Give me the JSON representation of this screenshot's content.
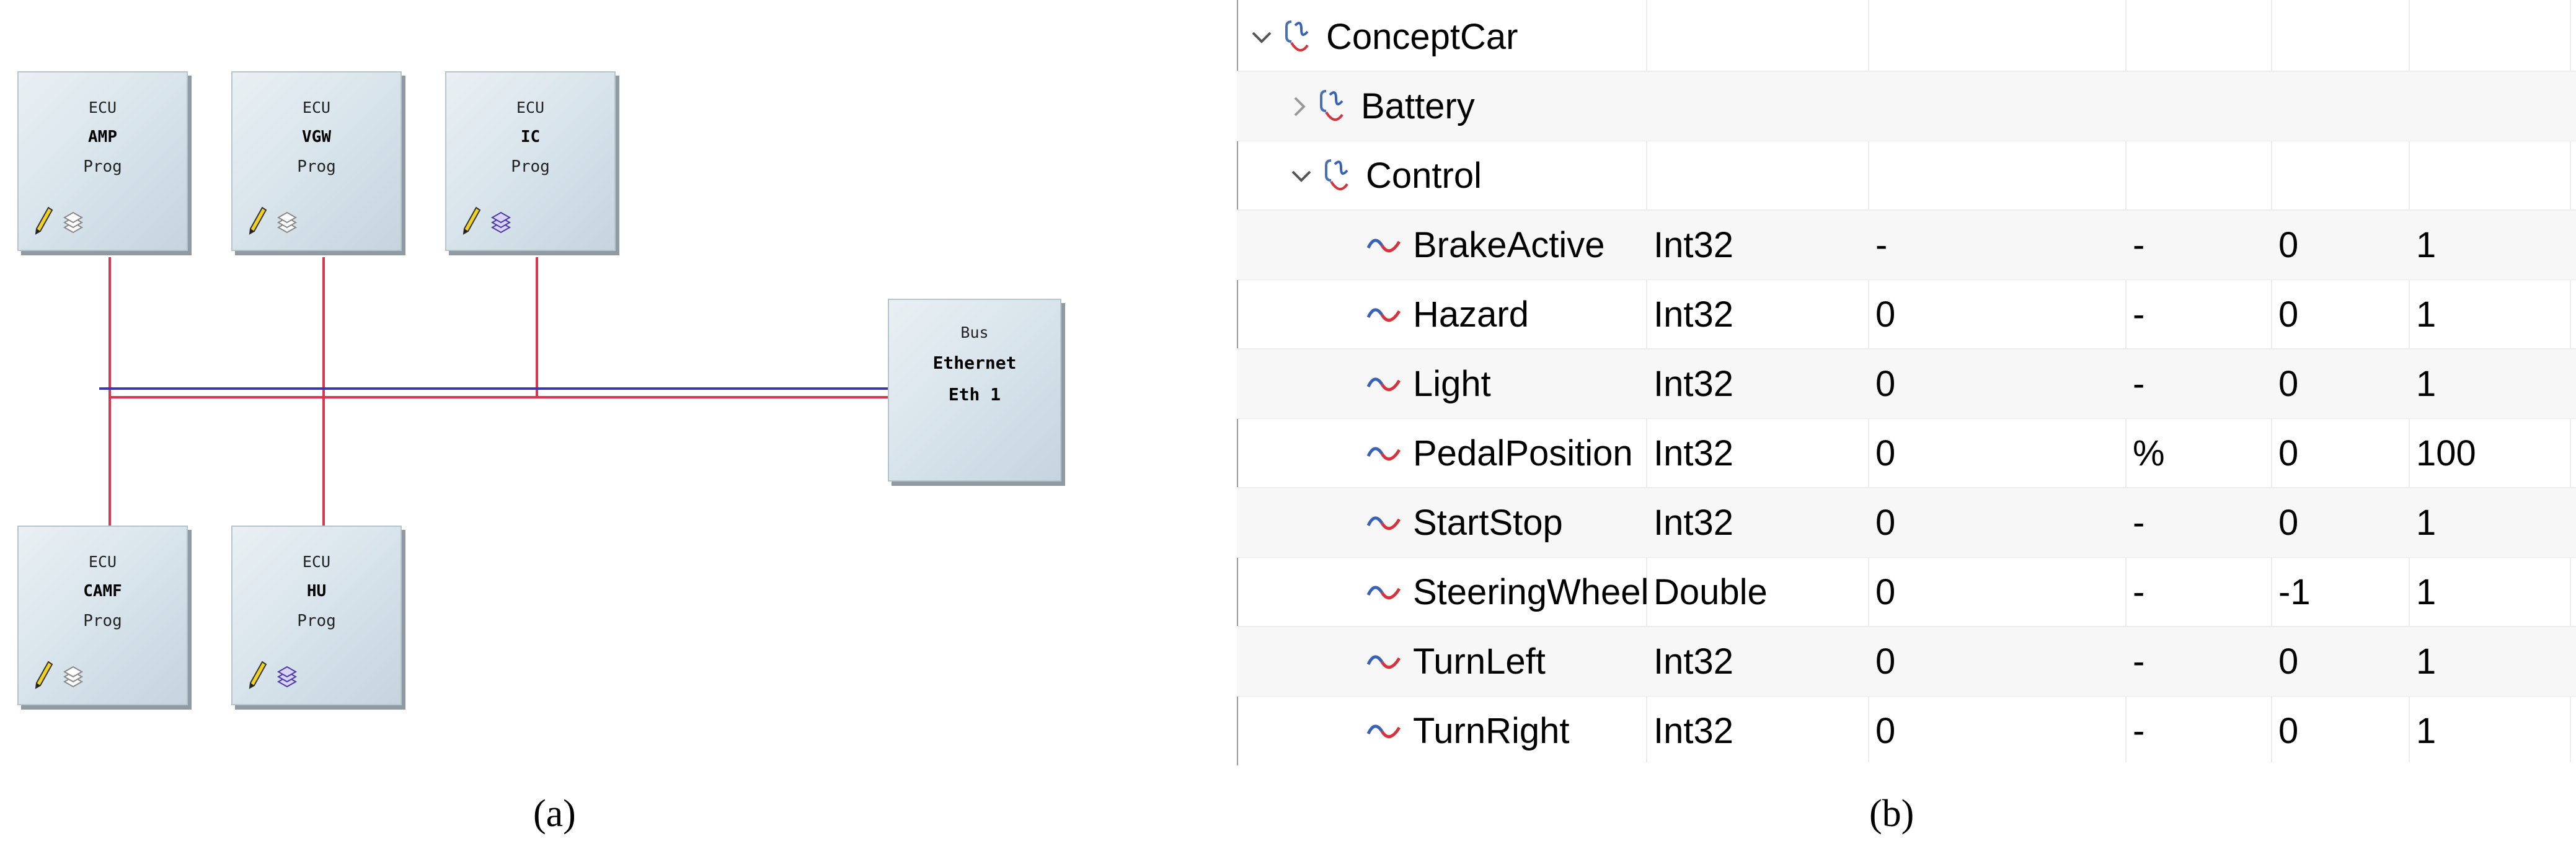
{
  "diagram": {
    "nodes": [
      {
        "id": "amp",
        "type": "ECU",
        "name": "AMP",
        "prog": "Prog",
        "icon2": "stack-gray"
      },
      {
        "id": "vgw",
        "type": "ECU",
        "name": "VGW",
        "prog": "Prog",
        "icon2": "stack-gray"
      },
      {
        "id": "ic",
        "type": "ECU",
        "name": "IC",
        "prog": "Prog",
        "icon2": "stack-purple"
      },
      {
        "id": "camf",
        "type": "ECU",
        "name": "CAMF",
        "prog": "Prog",
        "icon2": "stack-gray"
      },
      {
        "id": "hu",
        "type": "ECU",
        "name": "HU",
        "prog": "Prog",
        "icon2": "stack-purple"
      }
    ],
    "bus": {
      "type": "Bus",
      "protocol": "Ethernet",
      "name": "Eth 1"
    },
    "colors": {
      "wire_red": "#d9364f",
      "wire_blue": "#3b3ba8"
    }
  },
  "captions": {
    "a": "(a)",
    "b": "(b)"
  },
  "tree": {
    "root": {
      "label": "ConceptCar",
      "expanded": true
    },
    "groups": [
      {
        "label": "Battery",
        "expanded": false
      },
      {
        "label": "Control",
        "expanded": true
      }
    ],
    "signals": [
      {
        "name": "BrakeActive",
        "type": "Int32",
        "init": "-",
        "unit": "-",
        "min": "0",
        "max": "1"
      },
      {
        "name": "Hazard",
        "type": "Int32",
        "init": "0",
        "unit": "-",
        "min": "0",
        "max": "1"
      },
      {
        "name": "Light",
        "type": "Int32",
        "init": "0",
        "unit": "-",
        "min": "0",
        "max": "1"
      },
      {
        "name": "PedalPosition",
        "type": "Int32",
        "init": "0",
        "unit": "%",
        "min": "0",
        "max": "100"
      },
      {
        "name": "StartStop",
        "type": "Int32",
        "init": "0",
        "unit": "-",
        "min": "0",
        "max": "1"
      },
      {
        "name": "SteeringWheel",
        "type": "Double",
        "init": "0",
        "unit": "-",
        "min": "-1",
        "max": "1"
      },
      {
        "name": "TurnLeft",
        "type": "Int32",
        "init": "0",
        "unit": "-",
        "min": "0",
        "max": "1"
      },
      {
        "name": "TurnRight",
        "type": "Int32",
        "init": "0",
        "unit": "-",
        "min": "0",
        "max": "1"
      }
    ]
  }
}
